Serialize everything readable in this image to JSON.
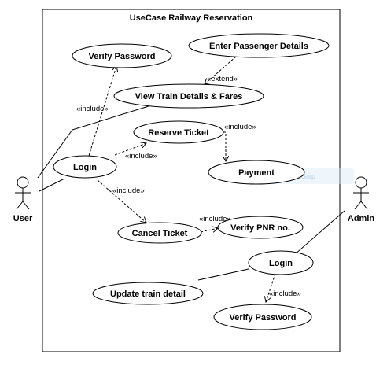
{
  "system_title": "UseCase Railway Reservation",
  "actors": {
    "user": "User",
    "admin": "Admin"
  },
  "use_cases": {
    "verify_password_top": "Verify Password",
    "enter_passenger_details": "Enter Passenger Details",
    "view_train_details": "View Train Details & Fares",
    "reserve_ticket": "Reserve Ticket",
    "login_user": "Login",
    "payment": "Payment",
    "cancel_ticket": "Cancel Ticket",
    "verify_pnr": "Verify PNR no.",
    "login_admin": "Login",
    "update_train_detail": "Update train detail",
    "verify_password_bottom": "Verify Password"
  },
  "relationships": {
    "include_login_verify": "«include»",
    "extend_passenger": "«extend»",
    "include_reserve_payment": "«include»",
    "include_login_reserve": "«include»",
    "include_login_cancel": "«include»",
    "include_cancel_pnr": "«include»",
    "include_admin_verify": "«include»"
  },
  "overlay": {
    "ghost_label": "Rectangular Snip"
  }
}
